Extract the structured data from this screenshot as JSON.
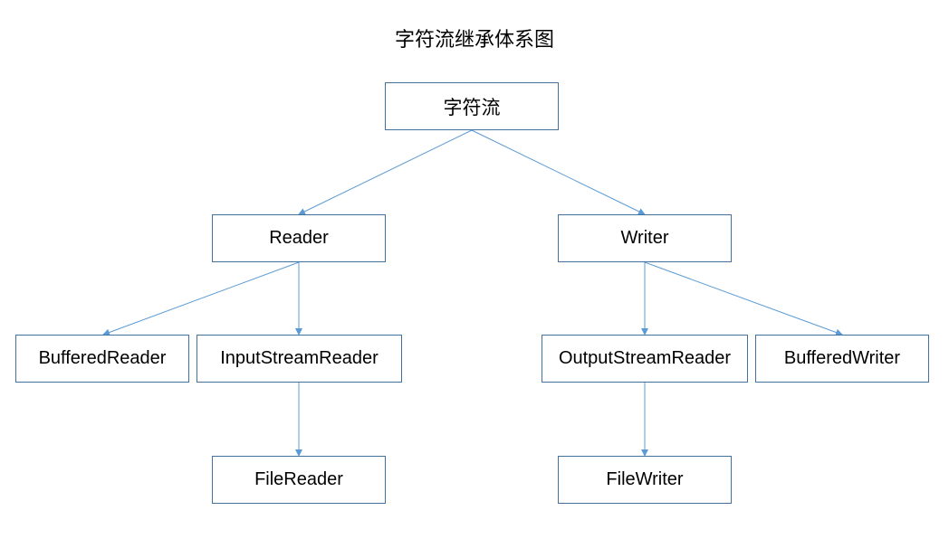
{
  "title": "字符流继承体系图",
  "nodes": {
    "root": "字符流",
    "reader": "Reader",
    "writer": "Writer",
    "buffered_reader": "BufferedReader",
    "input_stream_reader": "InputStreamReader",
    "file_reader": "FileReader",
    "output_stream_reader": "OutputStreamReader",
    "buffered_writer": "BufferedWriter",
    "file_writer": "FileWriter"
  },
  "edges": [
    {
      "from": "root",
      "to": "reader"
    },
    {
      "from": "root",
      "to": "writer"
    },
    {
      "from": "reader",
      "to": "buffered_reader"
    },
    {
      "from": "reader",
      "to": "input_stream_reader"
    },
    {
      "from": "input_stream_reader",
      "to": "file_reader"
    },
    {
      "from": "writer",
      "to": "output_stream_reader"
    },
    {
      "from": "writer",
      "to": "buffered_writer"
    },
    {
      "from": "output_stream_reader",
      "to": "file_writer"
    }
  ],
  "colors": {
    "box_border": "#41719c",
    "arrow": "#5b9bd5"
  }
}
